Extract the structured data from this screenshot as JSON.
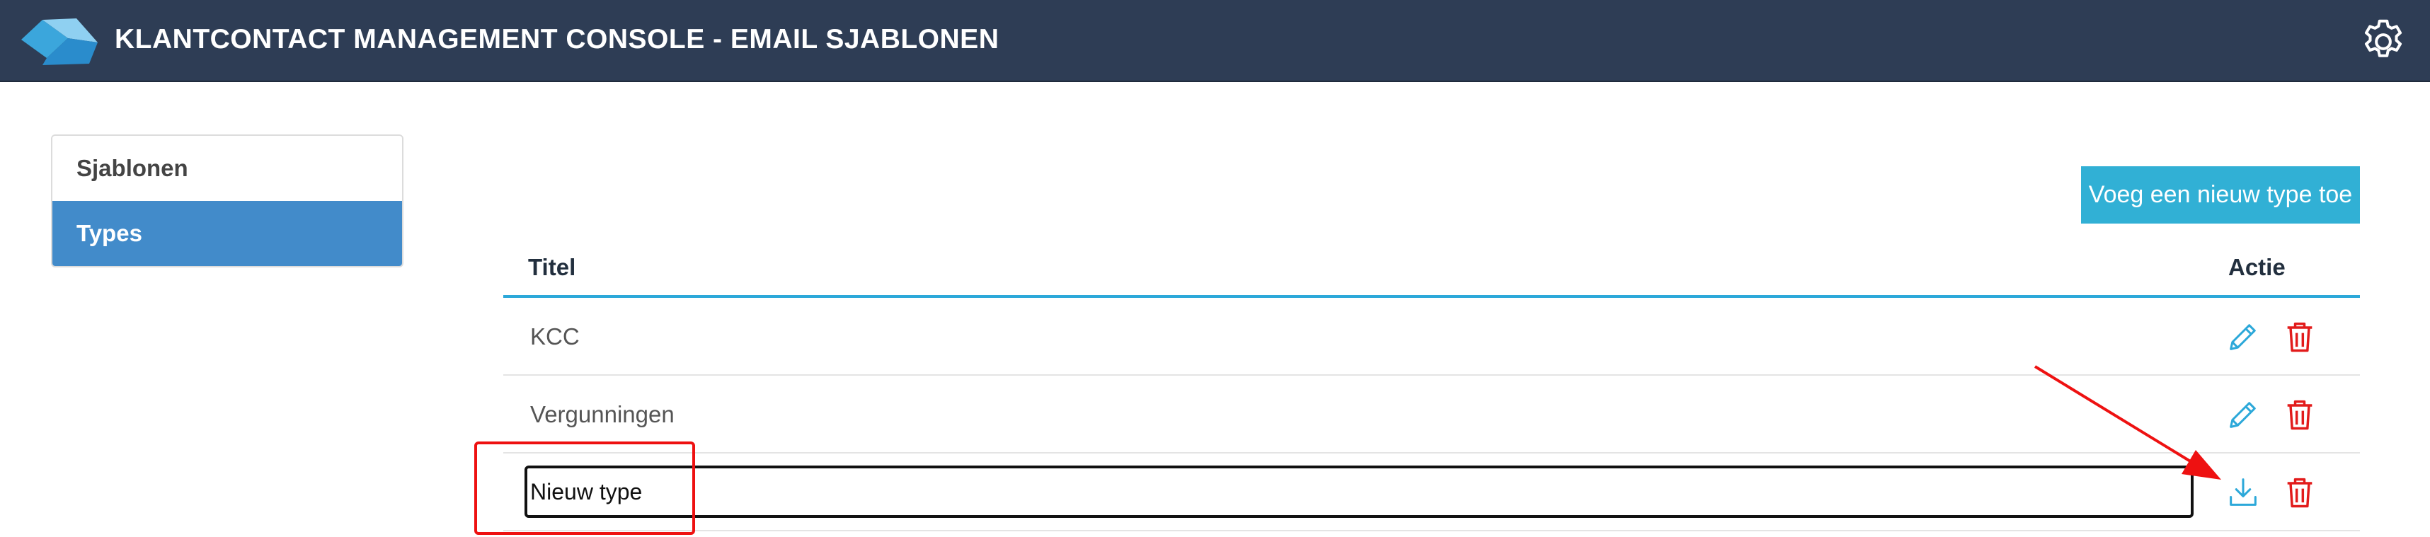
{
  "header": {
    "title": "KLANTCONTACT MANAGEMENT CONSOLE - EMAIL SJABLONEN",
    "logo_icon": "logo-icon",
    "settings_icon": "gear-icon"
  },
  "sidebar": {
    "items": [
      {
        "label": "Sjablonen",
        "active": false
      },
      {
        "label": "Types",
        "active": true
      }
    ]
  },
  "toolbar": {
    "add_label": "Voeg een nieuw type toe"
  },
  "table": {
    "headers": {
      "title": "Titel",
      "action": "Actie"
    },
    "rows": [
      {
        "title": "KCC",
        "mode": "view",
        "actions": [
          "pencil-icon",
          "trash-icon"
        ]
      },
      {
        "title": "Vergunningen",
        "mode": "view",
        "actions": [
          "pencil-icon",
          "trash-icon"
        ]
      },
      {
        "title": "Nieuw type",
        "mode": "edit",
        "actions": [
          "download-icon",
          "trash-icon"
        ]
      }
    ]
  },
  "colors": {
    "header_bg": "#2e3d55",
    "sidebar_active": "#428bca",
    "add_button": "#31b0d5",
    "table_rule": "#2ca8d9",
    "edit_icon": "#2ca8d9",
    "delete_icon": "#e21b1b",
    "annotation": "#ee1111"
  }
}
